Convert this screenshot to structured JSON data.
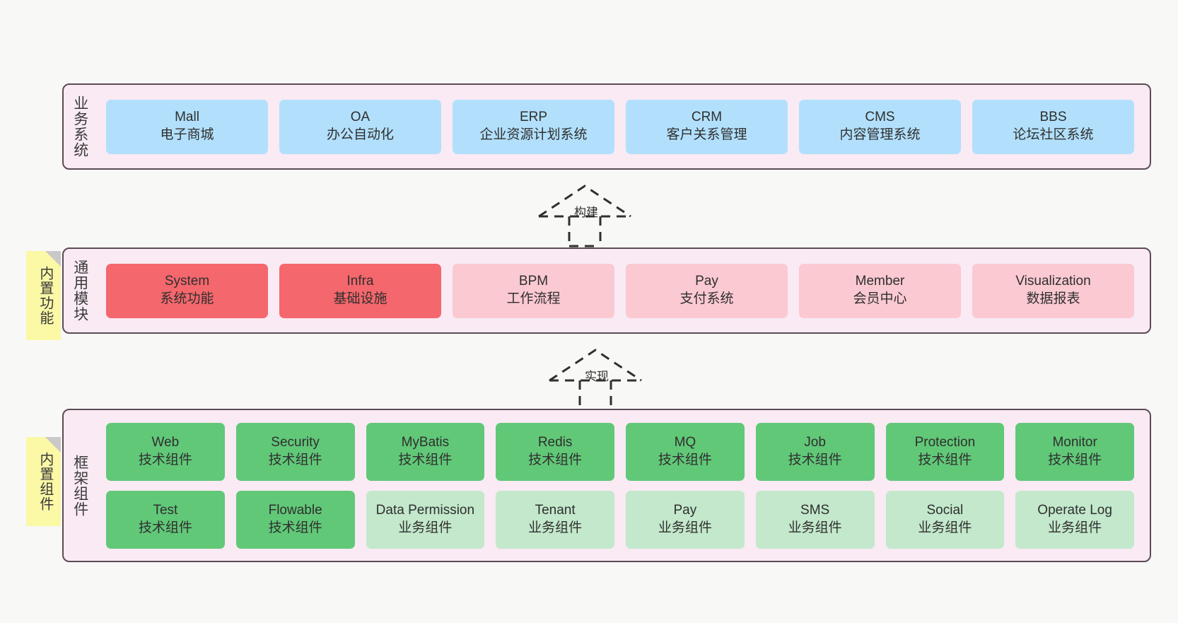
{
  "diagram": {
    "background_color": "#f8f8f7",
    "panel_fill": "#f9eaf4",
    "panel_border": "#5c4b55",
    "note_fill": "#fbf8a6"
  },
  "layers": [
    {
      "id": "business",
      "title": "业务系统",
      "box_color": "#b2e0fc",
      "items": [
        {
          "name": "Mall",
          "desc": "电子商城"
        },
        {
          "name": "OA",
          "desc": "办公自动化"
        },
        {
          "name": "ERP",
          "desc": "企业资源计划系统"
        },
        {
          "name": "CRM",
          "desc": "客户关系管理"
        },
        {
          "name": "CMS",
          "desc": "内容管理系统"
        },
        {
          "name": "BBS",
          "desc": "论坛社区系统"
        }
      ]
    },
    {
      "id": "common-modules",
      "title": "通用模块",
      "note": "内置功能",
      "box_color_strong": "#f4676c",
      "box_color_soft": "#fbc9d2",
      "items": [
        {
          "name": "System",
          "desc": "系统功能",
          "tone": "strong"
        },
        {
          "name": "Infra",
          "desc": "基础设施",
          "tone": "strong"
        },
        {
          "name": "BPM",
          "desc": "工作流程",
          "tone": "soft"
        },
        {
          "name": "Pay",
          "desc": "支付系统",
          "tone": "soft"
        },
        {
          "name": "Member",
          "desc": "会员中心",
          "tone": "soft"
        },
        {
          "name": "Visualization",
          "desc": "数据报表",
          "tone": "soft"
        }
      ]
    },
    {
      "id": "framework-components",
      "title": "框架组件",
      "note": "内置组件",
      "box_color_green": "#61c878",
      "box_color_green_light": "#c3e8cb",
      "rows": [
        [
          {
            "name": "Web",
            "desc": "技术组件",
            "tone": "green"
          },
          {
            "name": "Security",
            "desc": "技术组件",
            "tone": "green"
          },
          {
            "name": "MyBatis",
            "desc": "技术组件",
            "tone": "green"
          },
          {
            "name": "Redis",
            "desc": "技术组件",
            "tone": "green"
          },
          {
            "name": "MQ",
            "desc": "技术组件",
            "tone": "green"
          },
          {
            "name": "Job",
            "desc": "技术组件",
            "tone": "green"
          },
          {
            "name": "Protection",
            "desc": "技术组件",
            "tone": "green"
          },
          {
            "name": "Monitor",
            "desc": "技术组件",
            "tone": "green"
          }
        ],
        [
          {
            "name": "Test",
            "desc": "技术组件",
            "tone": "green"
          },
          {
            "name": "Flowable",
            "desc": "技术组件",
            "tone": "green"
          },
          {
            "name": "Data Permission",
            "desc": "业务组件",
            "tone": "green-light"
          },
          {
            "name": "Tenant",
            "desc": "业务组件",
            "tone": "green-light"
          },
          {
            "name": "Pay",
            "desc": "业务组件",
            "tone": "green-light"
          },
          {
            "name": "SMS",
            "desc": "业务组件",
            "tone": "green-light"
          },
          {
            "name": "Social",
            "desc": "业务组件",
            "tone": "green-light"
          },
          {
            "name": "Operate Log",
            "desc": "业务组件",
            "tone": "green-light"
          }
        ]
      ]
    }
  ],
  "connectors": [
    {
      "id": "build",
      "label": "构建",
      "style": "dashed-hollow-arrow-up"
    },
    {
      "id": "implement",
      "label": "实现",
      "style": "dashed-hollow-arrow-up"
    }
  ]
}
